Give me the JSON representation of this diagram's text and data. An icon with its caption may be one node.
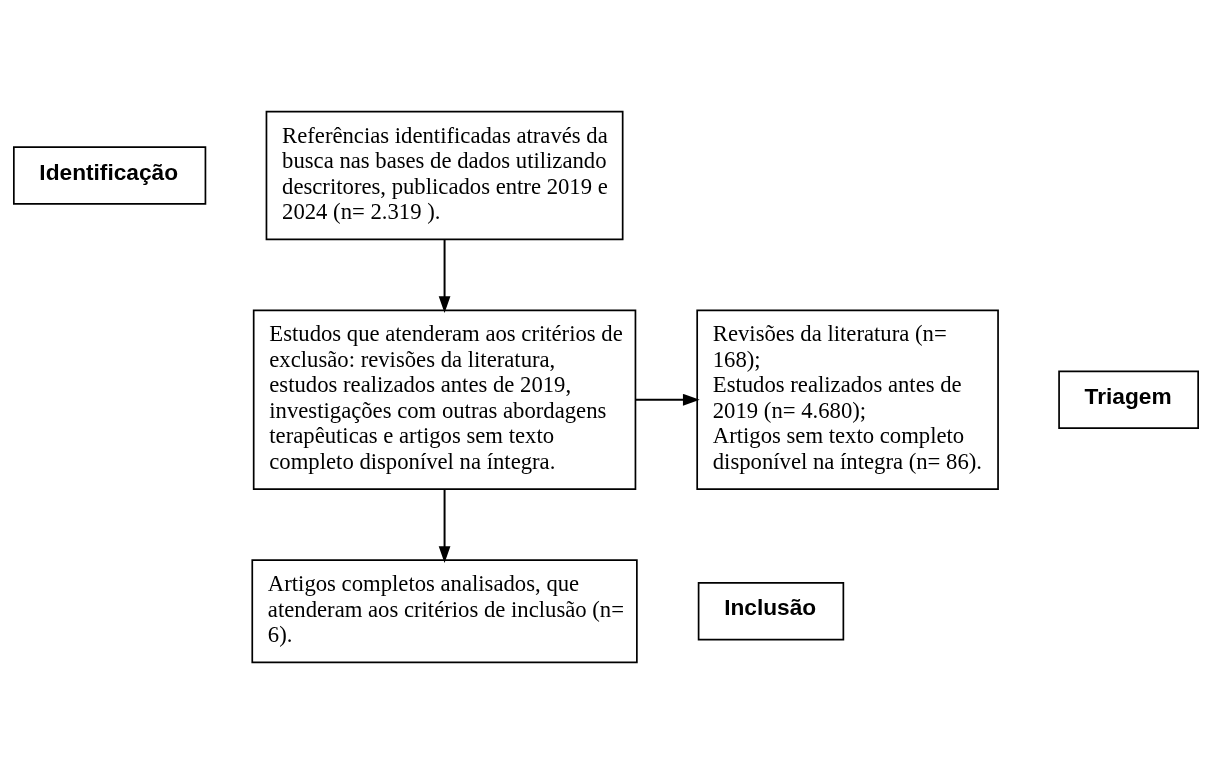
{
  "diagram": {
    "nodes": [
      {
        "text": [
          "Identificação"
        ]
      },
      {
        "text": [
          "Referências identificadas através da busca nas bases de dados utilizando descritores, publicados entre 2019 e 2024 (n= 2.319 )."
        ]
      },
      {
        "text": [
          "Triagem"
        ]
      },
      {
        "text": [
          "Estudos que atenderam aos critérios de exclusão: revisões da literatura, estudos realizados antes de 2019, investigações com outras abordagens terapêuticas e artigos sem texto completo disponível na íntegra."
        ]
      },
      {
        "text": [
          "Revisões da literatura (n= 168);",
          "Estudos realizados antes de 2019 (n= 4.680);",
          "Artigos sem texto completo disponível na íntegra (n= 86)."
        ]
      },
      {
        "text": [
          "Inclusão"
        ]
      },
      {
        "text": [
          "Artigos completos analisados, que atenderam aos critérios de inclusão (n= 6)."
        ]
      }
    ],
    "edges": [
      {
        "from": 1,
        "to": 3,
        "arrow": "to"
      },
      {
        "from": 3,
        "to": 4,
        "arrow": "to"
      },
      {
        "from": 3,
        "to": 6,
        "arrow": "to"
      }
    ]
  }
}
